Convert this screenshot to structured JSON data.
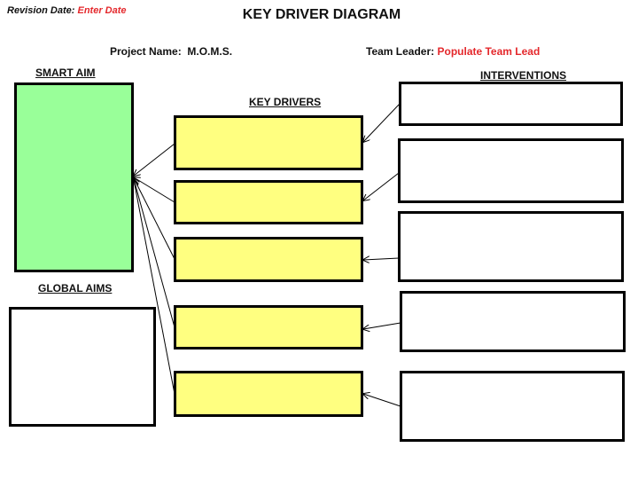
{
  "header": {
    "revision_label": "Revision Date:",
    "revision_value": "Enter Date",
    "title": "KEY DRIVER DIAGRAM",
    "project_label": "Project Name:",
    "project_value": "M.O.M.S.",
    "team_label": "Team Leader:",
    "team_value": "Populate Team Lead"
  },
  "sections": {
    "smart_aim": "SMART AIM",
    "global_aims": "GLOBAL AIMS",
    "key_drivers": "KEY DRIVERS",
    "interventions": "INTERVENTIONS"
  },
  "colors": {
    "smart_aim_fill": "#99ff99",
    "key_driver_fill": "#ffff80",
    "accent_red": "#e4282c"
  },
  "key_drivers": [
    "",
    "",
    "",
    "",
    ""
  ],
  "interventions": [
    "",
    "",
    "",
    "",
    ""
  ]
}
